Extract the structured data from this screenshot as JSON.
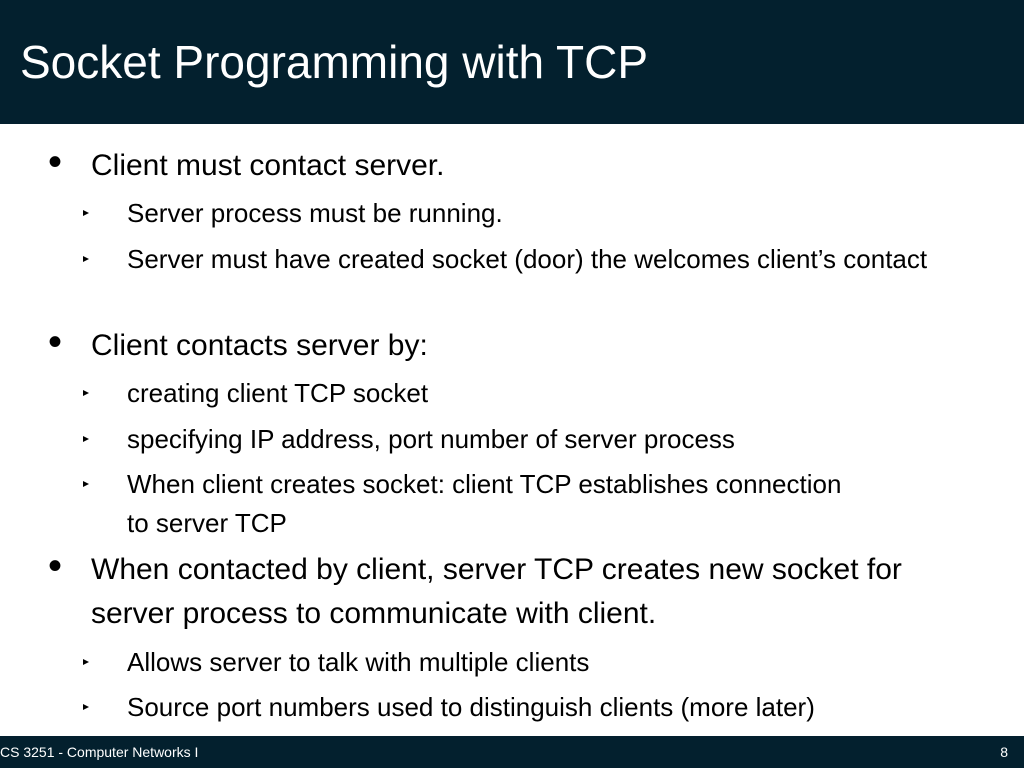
{
  "slide": {
    "title": "Socket Programming with TCP",
    "bullets": [
      {
        "text": "Client must contact server.",
        "subs": [
          "Server process must be running.",
          "Server must have created socket (door) the welcomes client’s contact"
        ]
      },
      {
        "text": "Client contacts server by:",
        "subs": [
          "creating client TCP socket",
          "specifying IP address, port number of server process",
          "When client creates socket: client TCP establishes connection to server TCP"
        ]
      },
      {
        "text": "When contacted by client, server TCP creates new socket for server process to communicate with client.",
        "subs": [
          "Allows server to talk with multiple clients",
          "Source port numbers used to distinguish clients (more later)"
        ]
      }
    ]
  },
  "footer": {
    "course": "CS 3251 - Computer Networks I",
    "page_number": "8"
  },
  "colors": {
    "header_bg": "#03202e",
    "title_text": "#ffffff",
    "body_text": "#000000"
  }
}
